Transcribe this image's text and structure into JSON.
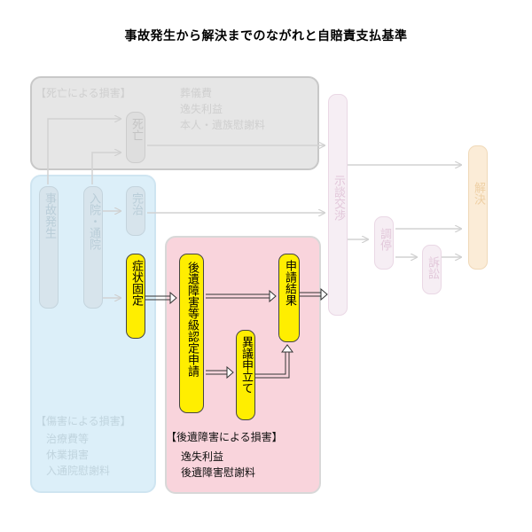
{
  "title": "事故発生から解決までのながれと自賠責支払基準",
  "panels": {
    "death": {
      "label": "【死亡による損害】",
      "items": [
        "葬儀費",
        "逸失利益",
        "本人・遺族慰謝料"
      ]
    },
    "injury": {
      "label": "【傷害による損害】",
      "items": [
        "治療費等",
        "休業損害",
        "入通院慰謝料"
      ]
    },
    "after": {
      "label": "【後遺障害による損害】",
      "items": [
        "逸失利益",
        "後遺障害慰謝料"
      ]
    }
  },
  "nodes": {
    "accident": "事故発生",
    "hospital": "入院・通院",
    "death": "死亡",
    "healed": "完治",
    "fixed": "症状固定",
    "grade_request": "後遺障害等級認定申請",
    "objection": "異議申立て",
    "result": "申請結果",
    "negotiation": "示談交渉",
    "mediation": "調停",
    "lawsuit": "訴訟",
    "resolution": "解決"
  }
}
